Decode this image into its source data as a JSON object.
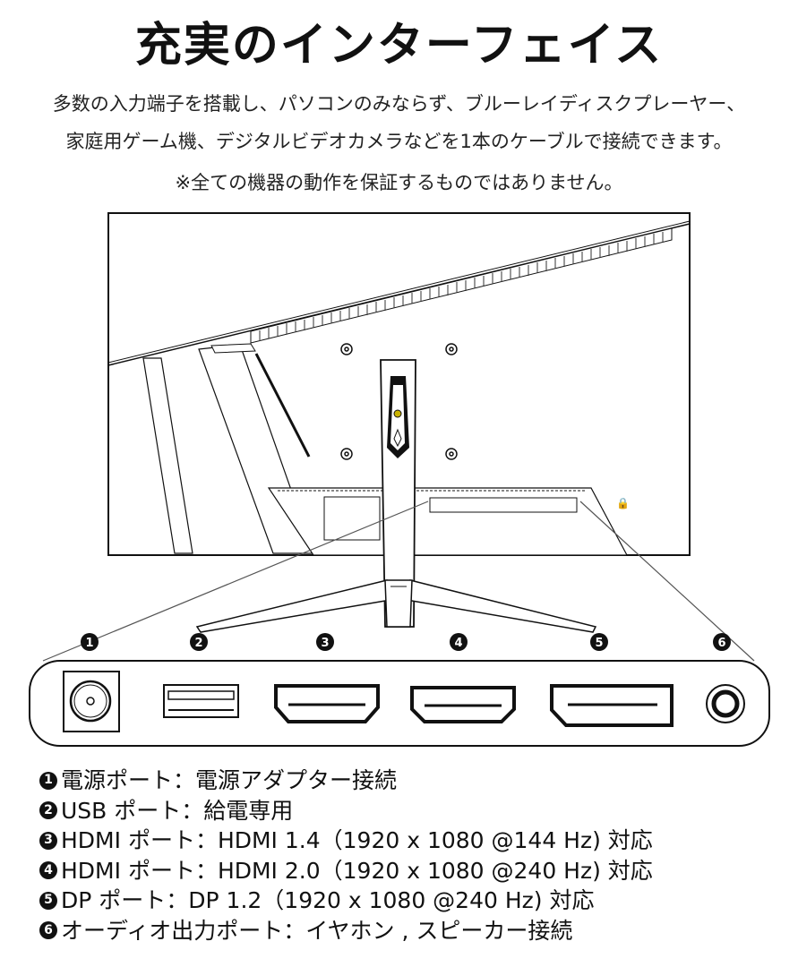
{
  "page": {
    "title": "充実のインターフェイス",
    "description_line1": "多数の入力端子を搭載し、パソコンのみならず、ブルーレイディスクプレーヤー、",
    "description_line2": "家庭用ゲーム機、デジタルビデオカメラなどを1本のケーブルで接続できます。",
    "note": "※全ての機器の動作を保証するものではありません。"
  },
  "ports": [
    {
      "number": "1",
      "icon": "power-port-icon",
      "label": "電源ポート：電源アダプター接続"
    },
    {
      "number": "2",
      "icon": "usb-port-icon",
      "label": "USB ポート：給電専用"
    },
    {
      "number": "3",
      "icon": "hdmi-port-icon",
      "label": "HDMI ポート：HDMI 1.4（1920 x 1080 @144 Hz) 対応"
    },
    {
      "number": "4",
      "icon": "hdmi-port-icon",
      "label": "HDMI ポート：HDMI 2.0（1920 x 1080 @240 Hz) 対応"
    },
    {
      "number": "5",
      "icon": "displayport-icon",
      "label": "DP ポート：DP 1.2（1920 x 1080 @240 Hz) 対応"
    },
    {
      "number": "6",
      "icon": "audio-jack-icon",
      "label": "オーディオ出力ポート：イヤホン , スピーカー接続"
    }
  ]
}
